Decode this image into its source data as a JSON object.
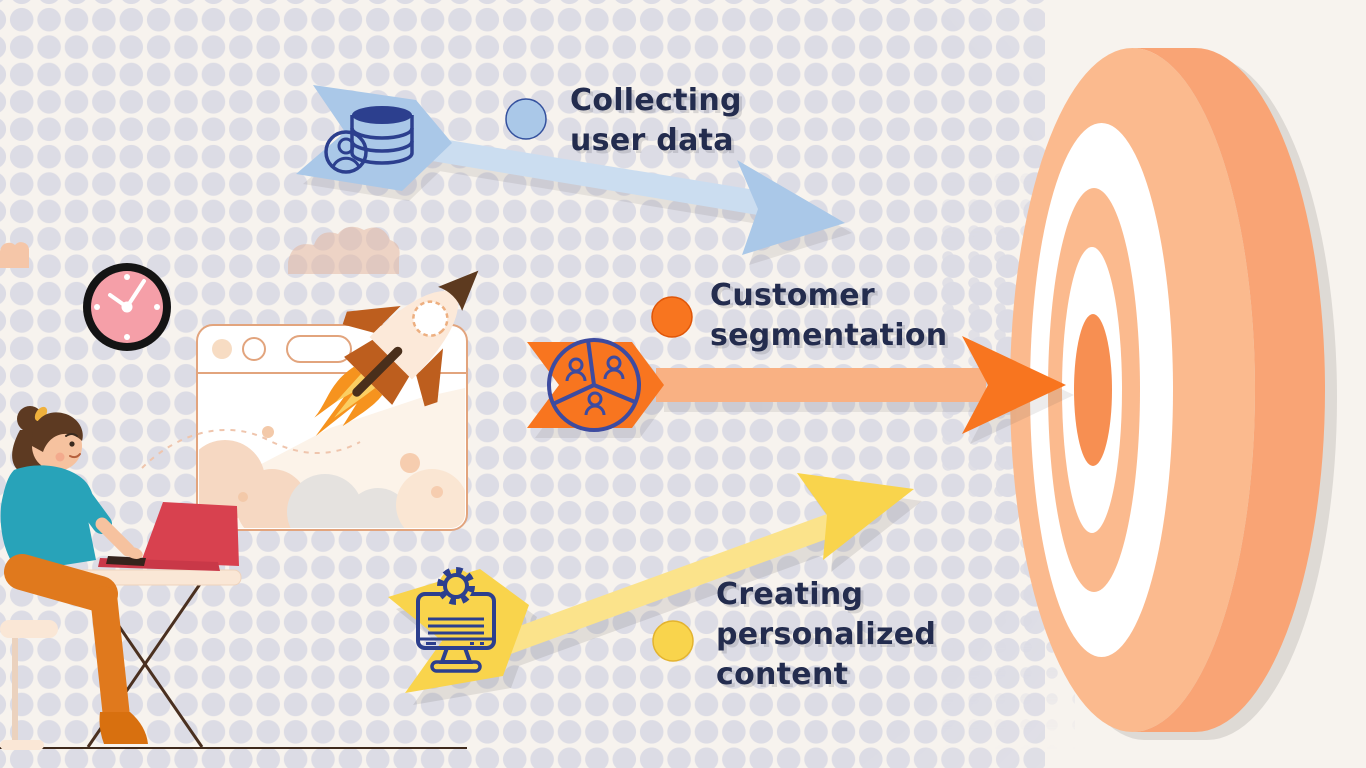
{
  "steps": [
    {
      "id": 1,
      "label": "Collecting user data",
      "accent": "#aac8e8",
      "shaft": "#cbddf0",
      "icon": "user-database-icon"
    },
    {
      "id": 2,
      "label": "Customer segmentation",
      "accent": "#f8751f",
      "shaft": "#f9b183",
      "icon": "pie-chart-users-icon"
    },
    {
      "id": 3,
      "label": "Creating personalized content",
      "accent": "#f9d44c",
      "shaft": "#fbe38b",
      "icon": "monitor-gear-icon"
    }
  ],
  "target": {
    "ring": "#fbba8e",
    "side": "#f9a475",
    "bullseye": "#f78f52",
    "shadow": "#deuda",
    "name": "target-bullseye-icon"
  },
  "scene": {
    "background": "#f7f3ee",
    "dot_color": "#dcdce5",
    "text_color": "#232c4e",
    "icon_stroke": "#2c3f8e",
    "clock_face": "#f59fa8",
    "laptop_color": "#d8414f",
    "shirt_color": "#28a3b9",
    "pants_color": "#e0791d",
    "decorations": [
      "clock-icon",
      "cloud-icon",
      "browser-window",
      "rocket-icon",
      "person-at-laptop-illustration"
    ]
  }
}
